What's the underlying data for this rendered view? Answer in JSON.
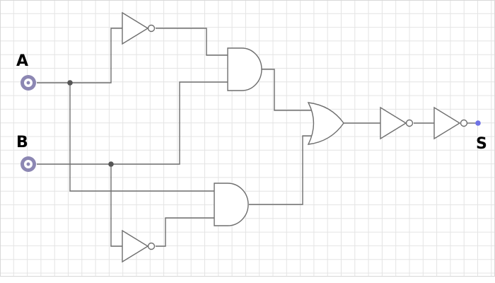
{
  "labels": {
    "input_a": "A",
    "input_b": "B",
    "output_s": "S"
  },
  "colors": {
    "wire": "#6e6e6e",
    "grid": "#e4e4e4",
    "input_ring_outer": "#8c87b3",
    "input_ring_center": "#ffffff",
    "output_dot": "#6f73e6"
  },
  "gates": [
    {
      "id": "not-a",
      "type": "NOT"
    },
    {
      "id": "and-top",
      "type": "AND"
    },
    {
      "id": "not-b",
      "type": "NOT"
    },
    {
      "id": "and-bottom",
      "type": "AND"
    },
    {
      "id": "or",
      "type": "OR"
    },
    {
      "id": "not-out-1",
      "type": "NOT"
    },
    {
      "id": "not-out-2",
      "type": "NOT"
    }
  ]
}
